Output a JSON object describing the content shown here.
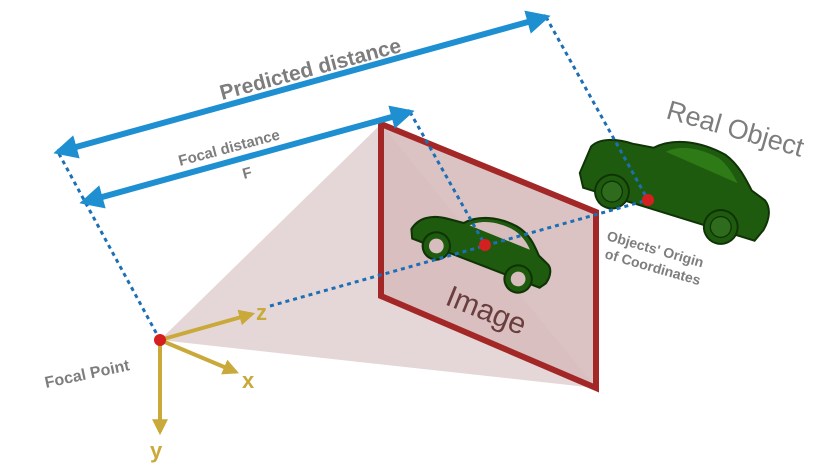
{
  "labels": {
    "predicted_distance": "Predicted distance",
    "focal_distance": "Focal distance",
    "focal_symbol": "F",
    "real_object": "Real Object",
    "image": "Image",
    "origin_line1": "Objects' Origin",
    "origin_line2": "of Coordinates",
    "focal_point": "Focal Point"
  },
  "axes": {
    "x": "x",
    "y": "y",
    "z": "z"
  },
  "colors": {
    "arrow": "#1e8fd0",
    "dotted": "#1d6fb5",
    "frame": "#a32727",
    "plane": "#d9c2c2",
    "frustum": "#dcc9c9",
    "car": "#1f5b0e",
    "car_outline": "#0f3306",
    "point": "#d42020",
    "axis": "#c9a93a",
    "label": "#7d7d7d"
  },
  "icons": {
    "car": "car-icon"
  }
}
